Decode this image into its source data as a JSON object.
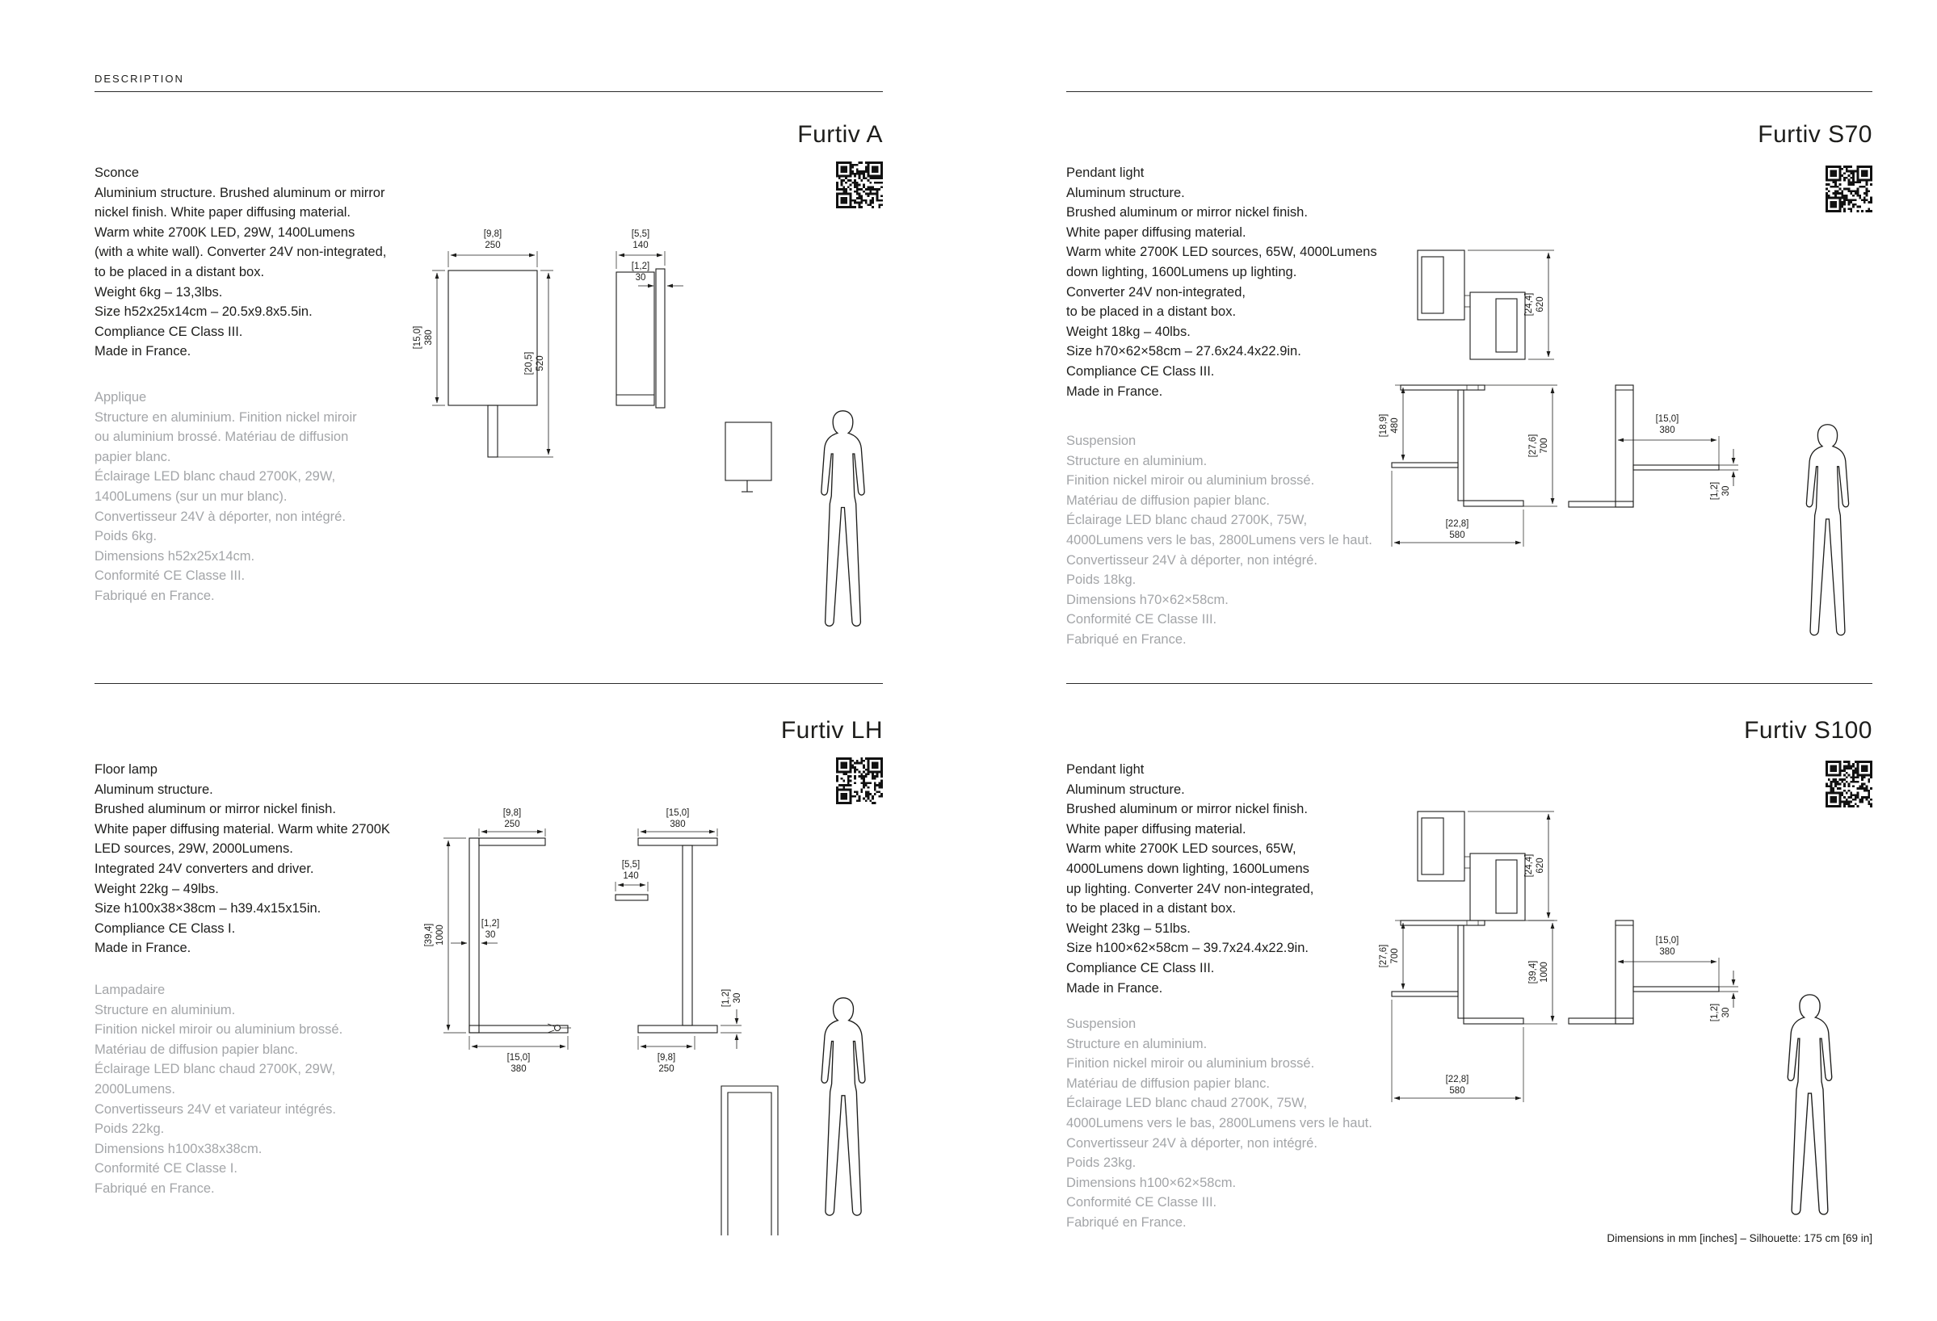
{
  "page": {
    "header_label": "DESCRIPTION",
    "footer_note": "Dimensions in mm [inches] – Silhouette: 175 cm [69 in]"
  },
  "products": {
    "a": {
      "title": "Furtiv A",
      "en": [
        "Sconce",
        "Aluminium structure. Brushed aluminum or mirror",
        "nickel finish. White paper diffusing material.",
        "Warm white 2700K LED, 29W, 1400Lumens",
        "(with a white wall). Converter 24V non-integrated,",
        "to be placed in a distant box.",
        "Weight 6kg – 13,3lbs.",
        "Size h52x25x14cm – 20.5x9.8x5.5in.",
        "Compliance CE Class III.",
        "Made in France."
      ],
      "fr": [
        "Applique",
        "Structure en aluminium. Finition nickel miroir",
        "ou aluminium brossé. Matériau de diffusion",
        "papier blanc.",
        "Éclairage LED blanc chaud 2700K, 29W,",
        "1400Lumens (sur un mur blanc).",
        "Convertisseur 24V à déporter, non intégré.",
        "Poids 6kg.",
        "Dimensions h52x25x14cm.",
        "Conformité CE Classe III.",
        "Fabriqué en France."
      ],
      "dims": {
        "fw_in": "[9,8]",
        "fw_mm": "250",
        "fh_in": "[15,0]",
        "fh_mm": "380",
        "th_in": "[20,5]",
        "th_mm": "520",
        "sw_in": "[5,5]",
        "sw_mm": "140",
        "pt_in": "[1,2]",
        "pt_mm": "30"
      }
    },
    "s70": {
      "title": "Furtiv S70",
      "en": [
        "Pendant light",
        "Aluminum structure.",
        "Brushed aluminum or mirror nickel finish.",
        "White paper diffusing material.",
        "Warm white 2700K LED sources, 65W, 4000Lumens",
        "down lighting, 1600Lumens up lighting.",
        "Converter 24V non-integrated,",
        "to be placed in a distant box.",
        "Weight 18kg – 40lbs.",
        "Size h70×62×58cm – 27.6x24.4x22.9in.",
        "Compliance CE Class III.",
        "Made in France."
      ],
      "fr": [
        "Suspension",
        "Structure en aluminium.",
        "Finition nickel miroir ou aluminium brossé.",
        "Matériau de diffusion papier blanc.",
        "Éclairage LED blanc chaud 2700K, 75W,",
        "4000Lumens vers le bas, 2800Lumens vers le haut.",
        "Convertisseur 24V à déporter, non intégré.",
        "Poids 18kg.",
        "Dimensions h70×62×58cm.",
        "Conformité CE Classe III.",
        "Fabriqué en France."
      ],
      "dims": {
        "plan_in": "[24,4]",
        "plan_mm": "620",
        "up_in": "[18,9]",
        "up_mm": "480",
        "tot_in": "[27,6]",
        "tot_mm": "700",
        "w_in": "[22,8]",
        "w_mm": "580",
        "shelf_in": "[15,0]",
        "shelf_mm": "380",
        "t_in": "[1,2]",
        "t_mm": "30"
      }
    },
    "lh": {
      "title": "Furtiv LH",
      "en": [
        "Floor lamp",
        "Aluminum structure.",
        "Brushed aluminum or mirror nickel finish.",
        "White paper diffusing material. Warm white 2700K",
        "LED sources, 29W, 2000Lumens.",
        "Integrated 24V converters and driver.",
        "Weight 22kg – 49lbs.",
        "Size h100x38×38cm – h39.4x15x15in.",
        "Compliance CE Class I.",
        "Made in France."
      ],
      "fr": [
        "Lampadaire",
        "Structure en aluminium.",
        "Finition nickel miroir ou aluminium brossé.",
        "Matériau de diffusion papier blanc.",
        "Éclairage LED blanc chaud 2700K, 29W,",
        "2000Lumens.",
        "Convertisseurs 24V et variateur intégrés.",
        "Poids 22kg.",
        "Dimensions h100x38x38cm.",
        "Conformité CE Classe I.",
        "Fabriqué en France."
      ],
      "dims": {
        "head_in": "[9,8]",
        "head_mm": "250",
        "h_in": "[39,4]",
        "h_mm": "1000",
        "post_in": "[1,2]",
        "post_mm": "30",
        "base_in": "[15,0]",
        "base_mm": "380",
        "sbar_in": "[15,0]",
        "sbar_mm": "380",
        "shead_in": "[5,5]",
        "shead_mm": "140",
        "sbase_in": "[9,8]",
        "sbase_mm": "250",
        "st_in": "[1,2]",
        "st_mm": "30"
      }
    },
    "s100": {
      "title": "Furtiv S100",
      "en": [
        "Pendant light",
        "Aluminum structure.",
        "Brushed aluminum or mirror nickel finish.",
        "White paper diffusing material.",
        "Warm white 2700K LED sources, 65W,",
        "4000Lumens down lighting, 1600Lumens",
        "up lighting. Converter 24V non-integrated,",
        "to be placed in a distant box.",
        "Weight 23kg – 51lbs.",
        "Size h100×62×58cm – 39.7x24.4x22.9in.",
        "Compliance CE Class III.",
        "Made in France."
      ],
      "fr": [
        "Suspension",
        "Structure en aluminium.",
        "Finition nickel miroir ou aluminium brossé.",
        "Matériau de diffusion papier blanc.",
        "Éclairage LED blanc chaud 2700K, 75W,",
        "4000Lumens vers le bas, 2800Lumens vers le haut.",
        "Convertisseur 24V à déporter, non intégré.",
        "Poids 23kg.",
        "Dimensions h100×62×58cm.",
        "Conformité CE Classe III.",
        "Fabriqué en France."
      ],
      "dims": {
        "plan_in": "[24,4]",
        "plan_mm": "620",
        "up_in": "[27,6]",
        "up_mm": "700",
        "tot_in": "[39,4]",
        "tot_mm": "1000",
        "w_in": "[22,8]",
        "w_mm": "580",
        "shelf_in": "[15,0]",
        "shelf_mm": "380",
        "t_in": "[1,2]",
        "t_mm": "30"
      }
    }
  }
}
